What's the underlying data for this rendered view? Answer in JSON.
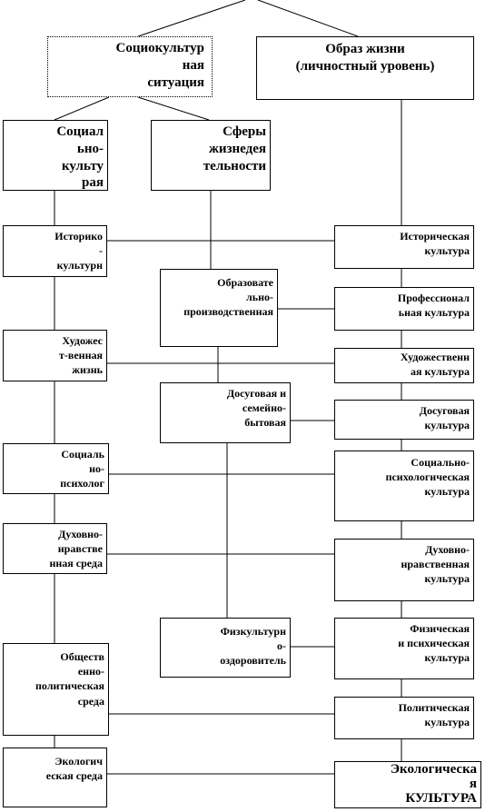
{
  "boxes": {
    "sociocultural": "Социокультур\nная\nситуация",
    "lifestyle": "Образ жизни\n(личностный уровень)",
    "social_cultural": "Социал\nьно-\nкульту\nрая",
    "spheres": "Сферы\nжизнедея\nтельности",
    "historico": "Историко\n-\nкультурн",
    "artistic_life": "Художес\nт-венная\nжизнь",
    "social_psych": "Социаль\nно-\nпсихолог",
    "spiritual_env": "Духовно-\nнравстве\nнная среда",
    "social_political": "Обществ\nенно-\nполитическая\nсреда",
    "ecological_env": "Экологич\nеская среда",
    "educational": "Образовате\nльно-\nпроизводственная",
    "leisure_family": "Досуговая и\nсемейно-\nбытовая",
    "fitness": "Физкультурн\nо-\nоздоровитель",
    "historical_culture": "Историческая\nкультура",
    "professional_culture": "Профессионал\nьная культура",
    "artistic_culture": "Художественн\nая культура",
    "leisure_culture": "Досуговая\nкультура",
    "socio_psych_culture": "Социально-\nпсихологическая\nкультура",
    "spiritual_culture": "Духовно-\nнравственная\nкультура",
    "physical_culture": "Физическая\nи психическая\nкультура",
    "political_culture": "Политическая\nкультура",
    "ecological_culture": "Экологическа\nя\nКУЛЬТУРА"
  }
}
